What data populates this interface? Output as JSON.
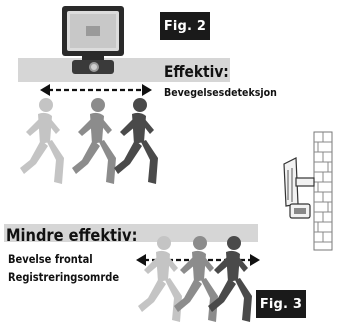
{
  "fig2": {
    "label": "Fig. 2"
  },
  "fig3": {
    "label": "Fig. 3"
  },
  "effective": {
    "heading": "Effektiv:",
    "caption": "Bevegelsesdeteksjon"
  },
  "less_effective": {
    "heading": "Mindre effektiv:",
    "caption_line1": "Bevelse frontal",
    "caption_line2": "Registreringsomrde"
  },
  "colors": {
    "band": "#d6d6d6",
    "badge": "#1a1a1a",
    "runner_dark": "#4a4a4a",
    "runner_mid": "#8c8c8c",
    "runner_light": "#c4c4c4"
  }
}
